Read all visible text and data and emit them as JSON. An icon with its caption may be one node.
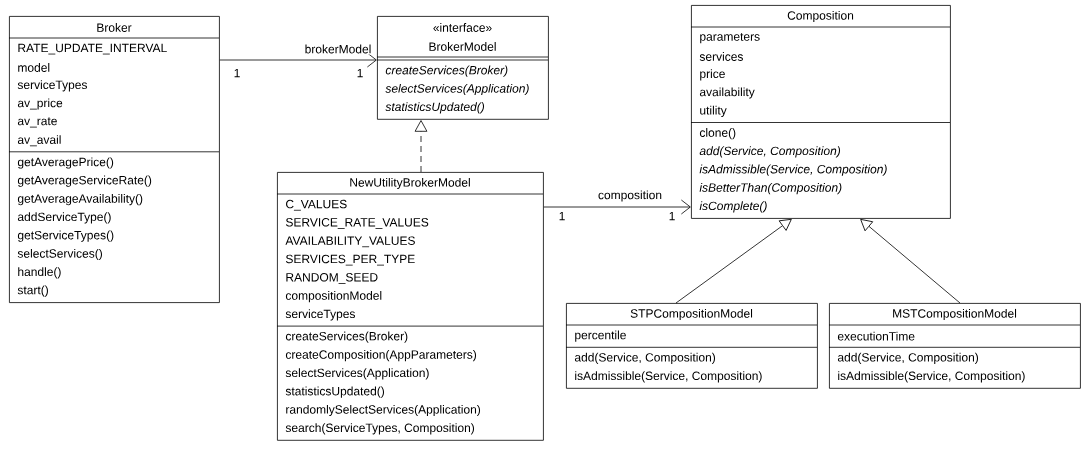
{
  "diagram": {
    "nodes": [
      {
        "text": [
          "Broker",
          "RATE_UPDATE_INTERVAL",
          "model",
          "serviceTypes",
          "av_price",
          "av_rate",
          "av_avail",
          "getAveragePrice()",
          "getAverageServiceRate()",
          "getAverageAvailability()",
          "addServiceType()",
          "getServiceTypes()",
          "selectServices()",
          "handle()",
          "start()"
        ]
      },
      {
        "text": [
          "«interface»",
          "BrokerModel",
          "*createServices(Broker)*",
          "*selectServices(Application)*",
          "*statisticsUpdated()*"
        ]
      },
      {
        "text": [
          "NewUtilityBrokerModel",
          "C_VALUES",
          "SERVICE_RATE_VALUES",
          "AVAILABILITY_VALUES",
          "SERVICES_PER_TYPE",
          "RANDOM_SEED",
          "compositionModel",
          "serviceTypes",
          "createServices(Broker)",
          "createComposition(AppParameters)",
          "selectServices(Application)",
          "statisticsUpdated()",
          "randomlySelectServices(Application)",
          "search(ServiceTypes, Composition)"
        ]
      },
      {
        "text": [
          "Composition",
          "parameters",
          "services",
          "price",
          "availability",
          "utility",
          "clone()",
          "*add(Service, Composition)*",
          "*isAdmissible(Service, Composition)*",
          "*isBetterThan(Composition)*",
          "*isComplete()*"
        ]
      },
      {
        "text": [
          "STPCompositionModel",
          "percentile",
          "add(Service, Composition)",
          "isAdmissible(Service, Composition)"
        ]
      },
      {
        "text": [
          "MSTCompositionModel",
          "executionTime",
          "add(Service, Composition)",
          "isAdmissible(Service, Composition)"
        ]
      }
    ],
    "edges": [
      {
        "from": 0,
        "to": 1,
        "arrow": "to",
        "label": "brokerModel"
      },
      {
        "from": 2,
        "to": 1,
        "arrow": "to",
        "style": "dashed"
      },
      {
        "from": 2,
        "to": 3,
        "arrow": "to",
        "label": "composition"
      },
      {
        "from": 4,
        "to": 3,
        "arrow": "to"
      },
      {
        "from": 5,
        "to": 3,
        "arrow": "to"
      }
    ],
    "labels": [
      "1",
      "1",
      "1",
      "1"
    ]
  }
}
